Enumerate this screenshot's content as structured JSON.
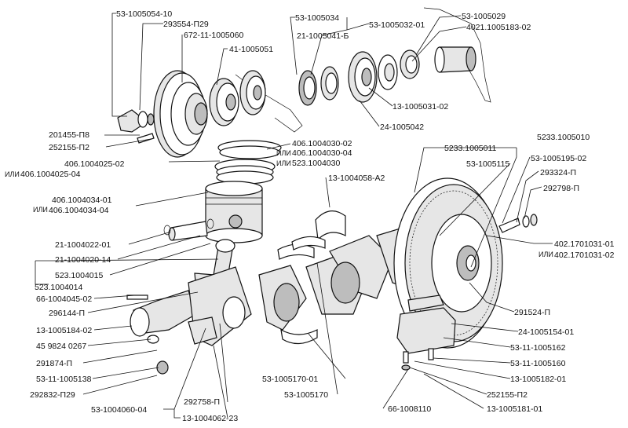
{
  "or_word": "ИЛИ",
  "labels": {
    "l1": "53-1005054-10",
    "l2": "293554-П29",
    "l3": "672-11-1005060",
    "l4": "41-1005051",
    "l5": "53-1005034",
    "l6": "53-1005032-01",
    "l7": "21-1005041-Б",
    "l8": "53-1005029",
    "l9": "4021.1005183-02",
    "l10": "13-1005031-02",
    "l11": "24-1005042",
    "l12": "201455-П8",
    "l13": "252155-П2",
    "l14": "406.1004030-02",
    "l15": "406.1004030-04",
    "l16": "523.1004030",
    "l17": "406.1004025-02",
    "l18": "406.1004025-04",
    "l19": "5233.1005011",
    "l20": "5233.1005010",
    "l21": "53-1005115",
    "l22": "53-1005195-02",
    "l23": "293324-П",
    "l24": "292798-П",
    "l25": "13-1004058-А2",
    "l26": "406.1004034-01",
    "l27": "406.1004034-04",
    "l28": "21-1004022-01",
    "l29": "21-1004020-14",
    "l30": "523.1004015",
    "l31": "523.1004014",
    "l32": "402.1701031-01",
    "l33": "402.1701031-02",
    "l34": "66-1004045-02",
    "l35": "296144-П",
    "l36": "291524-П",
    "l37": "13-1005184-02",
    "l38": "24-1005154-01",
    "l39": "45 9824 0267",
    "l40": "53-11-1005162",
    "l41": "291874-П",
    "l42": "53-11-1005160",
    "l43": "53-11-1005138",
    "l44": "13-1005182-01",
    "l45": "292832-П29",
    "l46": "252155-П2",
    "l47": "53-1005170-01",
    "l48": "53-1005170",
    "l49": "292758-П",
    "l50": "53-1004060-04",
    "l51": "13-1004062-23",
    "l52": "66-1008110",
    "l53": "13-1005181-01"
  }
}
